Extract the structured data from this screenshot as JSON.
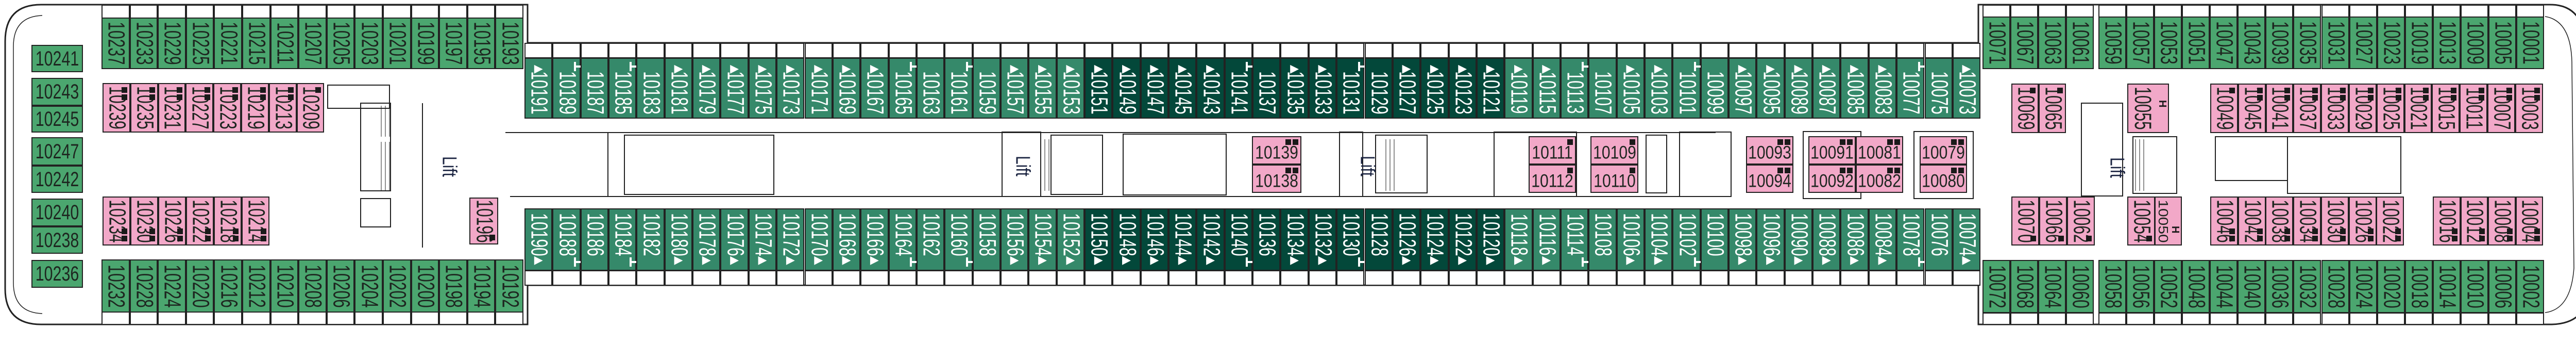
{
  "deck": {
    "lift_label": "Lift",
    "accessible_mark": "H"
  },
  "colors": {
    "standard": "#4ba66f",
    "balcony": "#35896a",
    "suite": "#03483a",
    "inside": "#f2a8c8",
    "outline": "#222222"
  },
  "cabins": {
    "aft_stack": [
      "10241",
      "10243",
      "10245",
      "10247",
      "10242",
      "10240",
      "10238",
      "10236"
    ],
    "aft_top": [
      "10237",
      "10233",
      "10229",
      "10225",
      "10221",
      "10215",
      "10211",
      "10207",
      "10205",
      "10203",
      "10201",
      "10199",
      "10197",
      "10195",
      "10193"
    ],
    "aft_bottom": [
      "10232",
      "10228",
      "10224",
      "10220",
      "10216",
      "10212",
      "10210",
      "10208",
      "10206",
      "10204",
      "10202",
      "10200",
      "10198",
      "10194",
      "10192"
    ],
    "aft_inside_top": [
      "10239",
      "10235",
      "10231",
      "10227",
      "10223",
      "10219",
      "10213",
      "10209"
    ],
    "aft_inside_bottom": [
      "10234",
      "10230",
      "10226",
      "10222",
      "10218",
      "10214"
    ],
    "aft_inside_single": [
      "10196"
    ],
    "mid_top": [
      "10191",
      "10189",
      "10187",
      "10185",
      "10183",
      "10181",
      "10179",
      "10177",
      "10175",
      "10173",
      "10171",
      "10169",
      "10167",
      "10165",
      "10163",
      "10161",
      "10159",
      "10157",
      "10155",
      "10153",
      "10151",
      "10149",
      "10147",
      "10145",
      "10143",
      "10141",
      "10137",
      "10135",
      "10133",
      "10131",
      "10129",
      "10127",
      "10125",
      "10123",
      "10121",
      "10119",
      "10115",
      "10113",
      "10107",
      "10105",
      "10103",
      "10101",
      "10099",
      "10097",
      "10095",
      "10089",
      "10087",
      "10085",
      "10083",
      "10077",
      "10075",
      "10073"
    ],
    "mid_bottom": [
      "10190",
      "10188",
      "10186",
      "10184",
      "10182",
      "10180",
      "10178",
      "10176",
      "10174",
      "10172",
      "10170",
      "10168",
      "10166",
      "10164",
      "10162",
      "10160",
      "10158",
      "10156",
      "10154",
      "10152",
      "10150",
      "10148",
      "10146",
      "10144",
      "10142",
      "10140",
      "10136",
      "10134",
      "10132",
      "10130",
      "10128",
      "10126",
      "10124",
      "10122",
      "10120",
      "10118",
      "10116",
      "10114",
      "10108",
      "10106",
      "10104",
      "10102",
      "10100",
      "10098",
      "10096",
      "10090",
      "10088",
      "10086",
      "10084",
      "10078",
      "10076",
      "10074"
    ],
    "mid_inside": [
      [
        "10139",
        "10138"
      ],
      [
        "10111",
        "10112"
      ],
      [
        "10109",
        "10110"
      ],
      [
        "10093",
        "10094"
      ],
      [
        "10091",
        "10092"
      ],
      [
        "10081",
        "10082"
      ],
      [
        "10079",
        "10080"
      ]
    ],
    "fore_top": [
      "10071",
      "10067",
      "10063",
      "10061",
      "10059",
      "10057",
      "10053",
      "10051",
      "10047",
      "10043",
      "10039",
      "10035",
      "10031",
      "10027",
      "10023",
      "10019",
      "10013",
      "10009",
      "10005",
      "10001"
    ],
    "fore_bottom": [
      "10072",
      "10068",
      "10064",
      "10060",
      "10058",
      "10056",
      "10052",
      "10048",
      "10044",
      "10040",
      "10036",
      "10032",
      "10028",
      "10024",
      "10020",
      "10018",
      "10014",
      "10010",
      "10006",
      "10002"
    ],
    "fore_inside_top": [
      "10069",
      "10065",
      "10055",
      "10049",
      "10045",
      "10041",
      "10037",
      "10033",
      "10029",
      "10025",
      "10021",
      "10015",
      "10011",
      "10007",
      "10003"
    ],
    "fore_inside_bottom": [
      "10070",
      "10066",
      "10062",
      "10054",
      "10050",
      "10046",
      "10042",
      "10038",
      "10034",
      "10030",
      "10026",
      "10022",
      "10016",
      "10012",
      "10008",
      "10004"
    ]
  },
  "suite_cabins": [
    "10151",
    "10149",
    "10147",
    "10145",
    "10143",
    "10141",
    "10137",
    "10135",
    "10133",
    "10131",
    "10129",
    "10127",
    "10125",
    "10123",
    "10121",
    "10150",
    "10148",
    "10146",
    "10144",
    "10142",
    "10140",
    "10136",
    "10134",
    "10132",
    "10130",
    "10128",
    "10126",
    "10124",
    "10122",
    "10120"
  ],
  "connecting_pairs": [
    [
      "10189",
      "10187"
    ],
    [
      "10185",
      "10183"
    ],
    [
      "10165",
      "10163"
    ],
    [
      "10161",
      "10159"
    ],
    [
      "10141",
      "10137"
    ],
    [
      "10131",
      "10129"
    ],
    [
      "10113",
      "10107"
    ],
    [
      "10101",
      "10099"
    ],
    [
      "10077",
      "10075"
    ],
    [
      "10188",
      "10186"
    ],
    [
      "10184",
      "10182"
    ],
    [
      "10164",
      "10162"
    ],
    [
      "10160",
      "10158"
    ],
    [
      "10140",
      "10136"
    ],
    [
      "10130",
      "10128"
    ],
    [
      "10114",
      "10108"
    ],
    [
      "10102",
      "10100"
    ],
    [
      "10078",
      "10076"
    ]
  ],
  "accessible_cabins": [
    "10055",
    "10050"
  ]
}
